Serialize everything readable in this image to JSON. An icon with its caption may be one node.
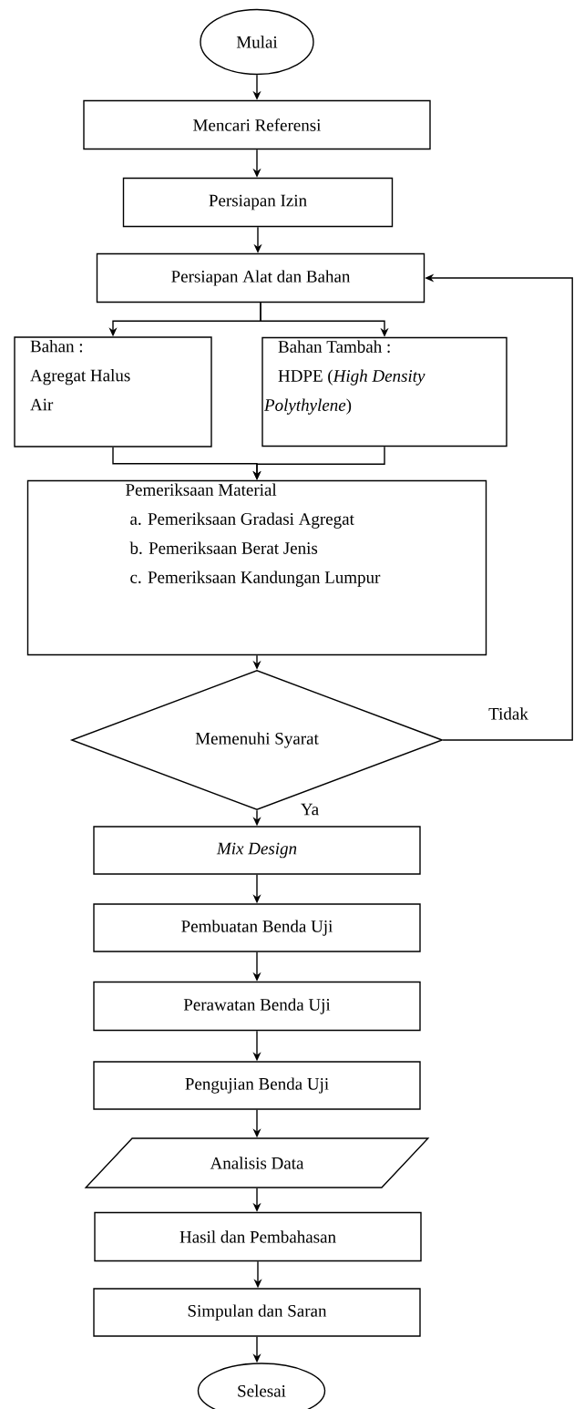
{
  "diagram": {
    "nodes": [
      {
        "text": [
          "Mulai"
        ]
      },
      {
        "text": [
          "Mencari Referensi"
        ]
      },
      {
        "text": [
          "Persiapan Izin"
        ]
      },
      {
        "text": [
          "Persiapan Alat dan Bahan"
        ]
      },
      {
        "text": [
          "Bahan :",
          "Agregat Halus",
          "Air"
        ]
      },
      {
        "text": [
          "Bahan Tambah :",
          "HDPE (*High Density Polythylene*)"
        ]
      },
      {
        "text": [
          "Pemeriksaan Material",
          "a. Pemeriksaan Gradasi Agregat",
          "b. Pemeriksaan Berat Jenis",
          "c. Pemeriksaan Kandungan Lumpur"
        ]
      },
      {
        "text": [
          "Memenuhi Syarat"
        ]
      },
      {
        "text": [
          "Mix Design"
        ]
      },
      {
        "text": [
          "Pembuatan Benda Uji"
        ]
      },
      {
        "text": [
          "Perawatan Benda Uji"
        ]
      },
      {
        "text": [
          "Pengujian Benda Uji"
        ]
      },
      {
        "text": [
          "Analisis Data"
        ]
      },
      {
        "text": [
          "Hasil dan Pembahasan"
        ]
      },
      {
        "text": [
          "Simpulan dan Saran"
        ]
      },
      {
        "text": [
          "Selesai"
        ]
      }
    ],
    "edges": [
      {
        "from": 0,
        "to": 1,
        "arrow": "to"
      },
      {
        "from": 1,
        "to": 2,
        "arrow": "to"
      },
      {
        "from": 2,
        "to": 3,
        "arrow": "to"
      },
      {
        "from": 3,
        "to": 4,
        "arrow": "to"
      },
      {
        "from": 3,
        "to": 5,
        "arrow": "to"
      },
      {
        "from": 4,
        "to": 6,
        "arrow": "to"
      },
      {
        "from": 5,
        "to": 6,
        "arrow": "to"
      },
      {
        "from": 6,
        "to": 7,
        "arrow": "to"
      },
      {
        "from": 7,
        "to": 3,
        "label": "Tidak",
        "arrow": "to"
      },
      {
        "from": 7,
        "to": 8,
        "label": "Ya",
        "arrow": "to"
      },
      {
        "from": 8,
        "to": 9,
        "arrow": "to"
      },
      {
        "from": 9,
        "to": 10,
        "arrow": "to"
      },
      {
        "from": 10,
        "to": 11,
        "arrow": "to"
      },
      {
        "from": 11,
        "to": 12,
        "arrow": "to"
      },
      {
        "from": 12,
        "to": 13,
        "arrow": "to"
      },
      {
        "from": 13,
        "to": 14,
        "arrow": "to"
      },
      {
        "from": 14,
        "to": 15,
        "arrow": "to"
      }
    ]
  }
}
